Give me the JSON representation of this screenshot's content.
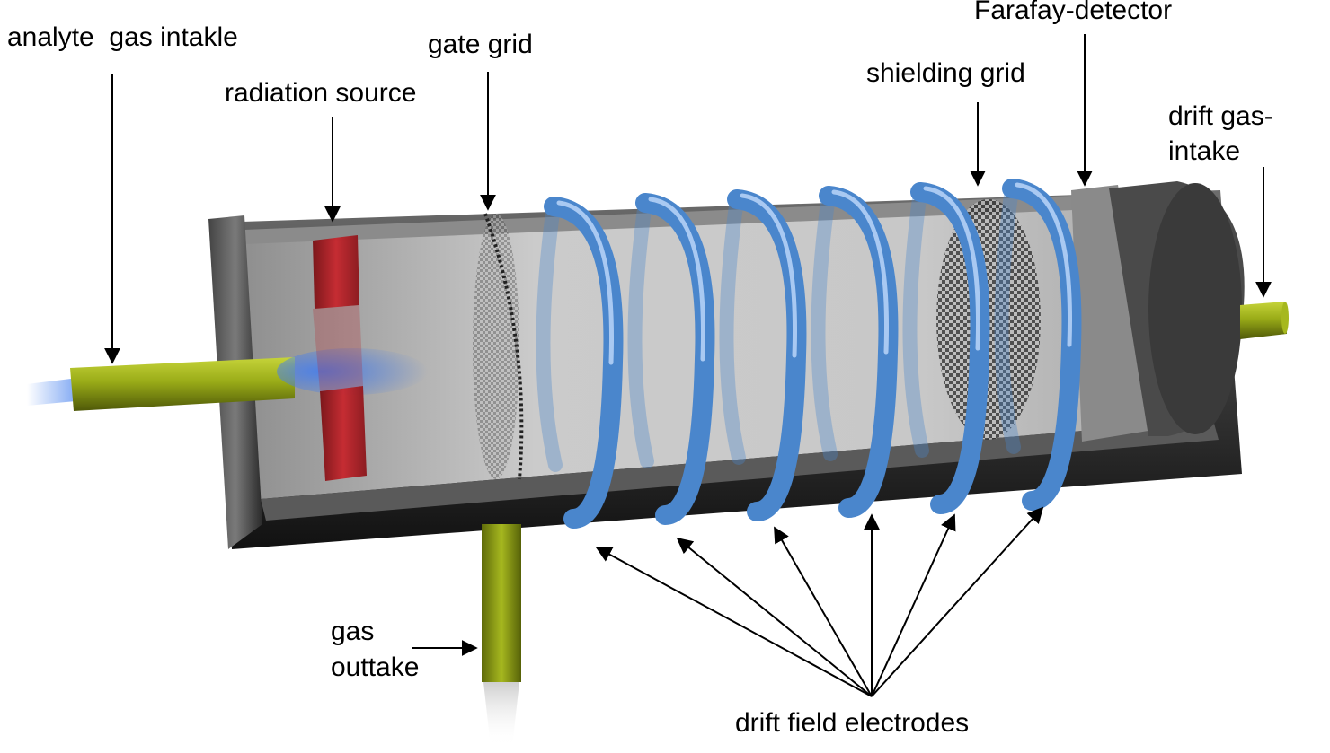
{
  "labels": {
    "analyte_gas_intake": "analyte  gas intakle",
    "radiation_source": "radiation source",
    "gate_grid": "gate grid",
    "shielding_grid": "shielding grid",
    "faraday_detector": "Farafay-detector",
    "drift_gas_intake_line1": "drift gas-",
    "drift_gas_intake_line2": "intake",
    "gas_outtake_line1": "gas",
    "gas_outtake_line2": "outtake",
    "drift_field_electrodes": "drift field electrodes"
  },
  "colors": {
    "tube_shell": "#3a3a3a",
    "tube_interior": "#b9b9b9",
    "electrode_coil": "#4a86cc",
    "pipe": "#8fa016",
    "radiation_source": "#b81f26",
    "analyte_gas_flow": "#5b8ff0",
    "arrow": "#000000"
  },
  "electrode_count": 6
}
